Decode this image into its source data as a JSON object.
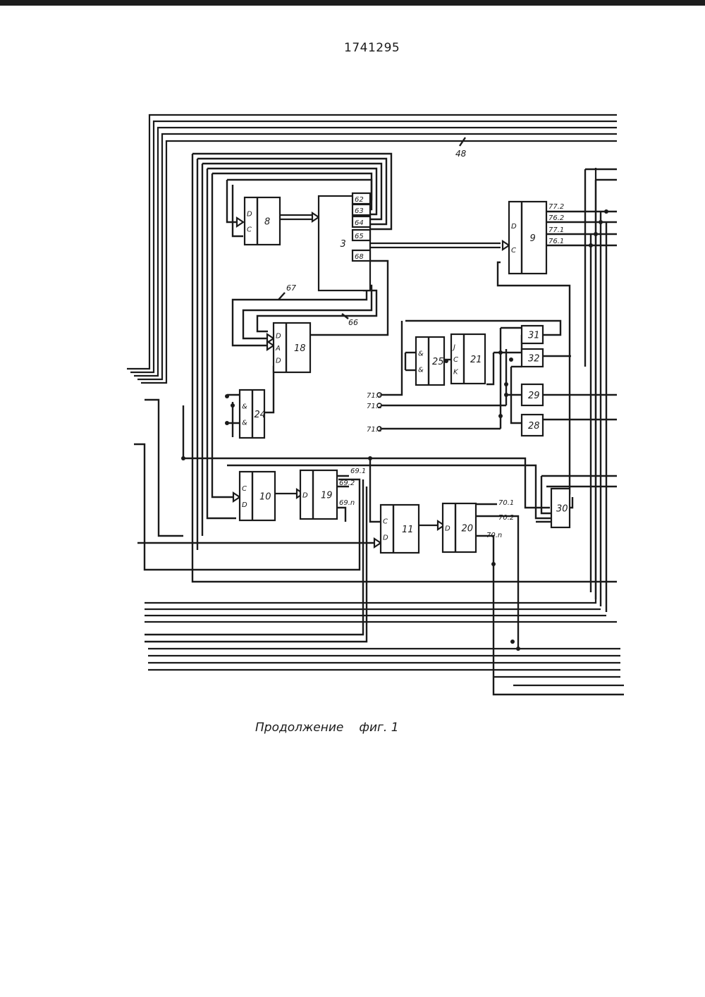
{
  "page_number": "1741295",
  "caption": {
    "text": "Продолжение",
    "figure": "фиг. 1"
  },
  "blocks": [
    {
      "id": "8",
      "label": "8",
      "pins": [
        "D",
        "C"
      ]
    },
    {
      "id": "3",
      "label": "3",
      "pins": []
    },
    {
      "id": "9",
      "label": "9",
      "pins": [
        "D",
        "C"
      ]
    },
    {
      "id": "18",
      "label": "18",
      "pins": [
        "D",
        "A",
        "D"
      ]
    },
    {
      "id": "24",
      "label": "24",
      "pins": [
        "&",
        "&"
      ]
    },
    {
      "id": "25",
      "label": "25",
      "pins": [
        "&",
        "&"
      ]
    },
    {
      "id": "21",
      "label": "21",
      "pins": [
        "J",
        "C",
        "K"
      ]
    },
    {
      "id": "31",
      "label": "31",
      "pins": []
    },
    {
      "id": "32",
      "label": "32",
      "pins": []
    },
    {
      "id": "29",
      "label": "29",
      "pins": []
    },
    {
      "id": "28",
      "label": "28",
      "pins": []
    },
    {
      "id": "10",
      "label": "10",
      "pins": [
        "C",
        "D"
      ]
    },
    {
      "id": "19",
      "label": "19",
      "pins": [
        "D"
      ]
    },
    {
      "id": "11",
      "label": "11",
      "pins": [
        "C",
        "D"
      ]
    },
    {
      "id": "20",
      "label": "20",
      "pins": [
        "D"
      ]
    },
    {
      "id": "30",
      "label": "30",
      "pins": []
    }
  ],
  "port_labels": {
    "block3": [
      "62",
      "63",
      "64",
      "65",
      "68"
    ],
    "block9": [
      "77.2",
      "76.2",
      "77.1",
      "76.1"
    ],
    "block19": [
      "69.1",
      "69.2",
      "69.n"
    ],
    "block20": [
      "70.1",
      "70.2",
      "70.n"
    ]
  },
  "terminals": [
    "71.3",
    "71.2",
    "71.1"
  ],
  "wire_labels": [
    "48",
    "67",
    "66"
  ]
}
